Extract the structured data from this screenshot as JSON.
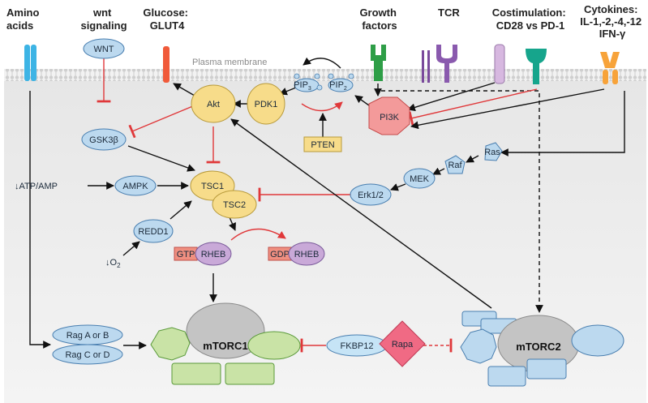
{
  "headers": {
    "amino_acids": [
      "Amino",
      "acids"
    ],
    "wnt": [
      "wnt",
      "signaling"
    ],
    "glucose": [
      "Glucose:",
      "GLUT4"
    ],
    "growth": [
      "Growth",
      "factors"
    ],
    "tcr": "TCR",
    "costim": [
      "Costimulation:",
      "CD28 vs PD-1"
    ],
    "cytokines": [
      "Cytokines:",
      "IL-1,-2,-4,-12",
      "IFN-γ"
    ]
  },
  "membrane_label": "Plasma membrane",
  "nodes": {
    "wnt": "WNT",
    "akt": "Akt",
    "pdk1": "PDK1",
    "pip3": "PIP",
    "pip3_sub": "3",
    "pip2": "PIP",
    "pip2_sub": "2",
    "pi3k": "PI3K",
    "pten": "PTEN",
    "gsk3b": "GSK3β",
    "ras": "Ras",
    "raf": "Raf",
    "mek": "MEK",
    "erk": "Erk1/2",
    "atp": "↓ATP/AMP",
    "ampk": "AMPK",
    "tsc1": "TSC1",
    "tsc2": "TSC2",
    "redd1": "REDD1",
    "o2": "↓O",
    "o2_sub": "2",
    "gtp": "GTP",
    "rheb1": "RHEB",
    "gdp": "GDP",
    "rheb2": "RHEB",
    "raga": "Rag A or B",
    "ragc": "Rag C or D",
    "mtorc1": "mTORC1",
    "fkbp12": "FKBP12",
    "rapa": "Rapa",
    "mtorc2": "mTORC2"
  },
  "colors": {
    "cytoplasm": "#ebebeb",
    "membrane_blue": "#dfe8ee",
    "node_blue": "#bcd9ef",
    "node_yellow": "#f7dc8a",
    "pi3k_red": "#f39a9a",
    "green": "#c9e3a6",
    "pink": "#f06a84",
    "purple": "#c9a9d8",
    "inhibit_red": "#e0383a"
  }
}
